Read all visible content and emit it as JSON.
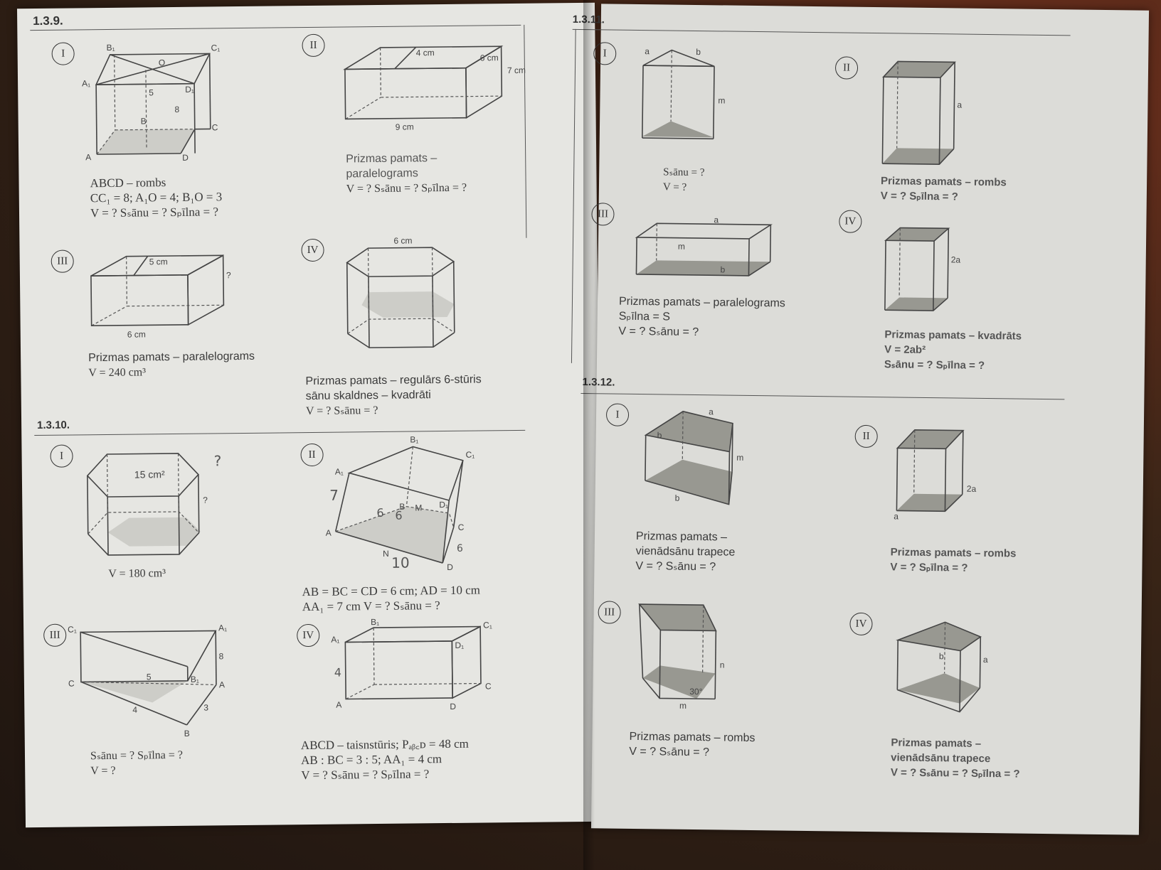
{
  "left_page": {
    "s139": {
      "number": "1.3.9.",
      "p1": {
        "roman": "I",
        "labels": [
          "B₁",
          "C₁",
          "A₁",
          "O",
          "D₁",
          "5",
          "8",
          "B",
          "C",
          "A",
          "D"
        ],
        "lines": [
          "ABCD – rombs",
          "CC₁ = 8;  A₁O = 4;  B₁O = 3",
          "V = ?   Sₛānu = ?   Sₚīlna = ?"
        ]
      },
      "p2": {
        "roman": "II",
        "labels": [
          "4 cm",
          "6 cm",
          "7 cm",
          "9 cm"
        ],
        "lines": [
          "Prizmas pamats –",
          "paralelograms",
          "V = ?   Sₛānu = ?   Sₚīlna = ?"
        ]
      },
      "p3": {
        "roman": "III",
        "labels": [
          "5 cm",
          "?",
          "6 cm"
        ],
        "lines": [
          "Prizmas pamats – paralelograms",
          "V = 240 cm³"
        ]
      },
      "p4": {
        "roman": "IV",
        "labels": [
          "6 cm"
        ],
        "lines": [
          "Prizmas pamats – regulārs 6-stūris",
          "sānu skaldnes – kvadrāti",
          "V = ?   Sₛānu = ?"
        ]
      }
    },
    "s1310": {
      "number": "1.3.10.",
      "p1": {
        "roman": "I",
        "labels": [
          "15 cm²",
          "?"
        ],
        "lines": [
          "V = 180 cm³"
        ]
      },
      "p2": {
        "roman": "II",
        "labels": [
          "B₁",
          "C₁",
          "A₁",
          "B",
          "M",
          "D₁",
          "A",
          "C",
          "N",
          "D",
          "7",
          "6",
          "6",
          "10",
          "6"
        ],
        "lines": [
          "AB = BC = CD = 6 cm;   AD = 10 cm",
          "AA₁ = 7 cm   V = ?   Sₛānu = ?"
        ]
      },
      "p3": {
        "roman": "III",
        "labels": [
          "C₁",
          "A₁",
          "8",
          "C",
          "5",
          "B₁",
          "A",
          "4",
          "3",
          "B"
        ],
        "lines": [
          "Sₛānu = ?   Sₚīlna = ?",
          "V = ?"
        ]
      },
      "p4": {
        "roman": "IV",
        "labels": [
          "B₁",
          "C₁",
          "A₁",
          "D₁",
          "4",
          "A",
          "D",
          "C"
        ],
        "lines": [
          "ABCD – taisnstūris;   Pₐᵦ꜀ᴅ = 48 cm",
          "AB : BC = 3 : 5;   AA₁ = 4 cm",
          "V = ?   Sₛānu = ?   Sₚīlna = ?"
        ]
      }
    }
  },
  "right_page": {
    "s1311": {
      "number": "1.3.11.",
      "p1": {
        "roman": "I",
        "labels": [
          "a",
          "b",
          "m"
        ],
        "lines": [
          "Sₛānu = ?",
          "V = ?"
        ]
      },
      "p2": {
        "roman": "II",
        "labels": [
          "a"
        ],
        "lines": [
          "Prizmas pamats – rombs",
          "V = ?   Sₚīlna = ?"
        ]
      },
      "p3": {
        "roman": "III",
        "labels": [
          "a",
          "m",
          "b"
        ],
        "lines": [
          "Prizmas pamats – paralelograms",
          "Sₚīlna = S",
          "V = ?   Sₛānu = ?"
        ]
      },
      "p4": {
        "roman": "IV",
        "labels": [
          "2a"
        ],
        "lines": [
          "Prizmas pamats – kvadrāts",
          "V = 2ab²",
          "Sₛānu = ?   Sₚīlna = ?"
        ]
      }
    },
    "s1312": {
      "number": "1.3.12.",
      "p1": {
        "roman": "I",
        "labels": [
          "a",
          "b",
          "m",
          "b"
        ],
        "lines": [
          "Prizmas pamats –",
          "vienādsānu trapece",
          "V = ?   Sₛānu = ?"
        ]
      },
      "p2": {
        "roman": "II",
        "labels": [
          "2a",
          "a"
        ],
        "lines": [
          "Prizmas pamats – rombs",
          "V = ?   Sₚīlna = ?"
        ]
      },
      "p3": {
        "roman": "III",
        "labels": [
          "n",
          "m",
          "30°"
        ],
        "lines": [
          "Prizmas pamats – rombs",
          "V = ?   Sₛānu = ?"
        ]
      },
      "p4": {
        "roman": "IV",
        "labels": [
          "b",
          "a"
        ],
        "lines": [
          "Prizmas pamats –",
          "vienādsānu trapece",
          "V = ?   Sₛānu = ?   Sₚīlna = ?"
        ]
      }
    }
  }
}
